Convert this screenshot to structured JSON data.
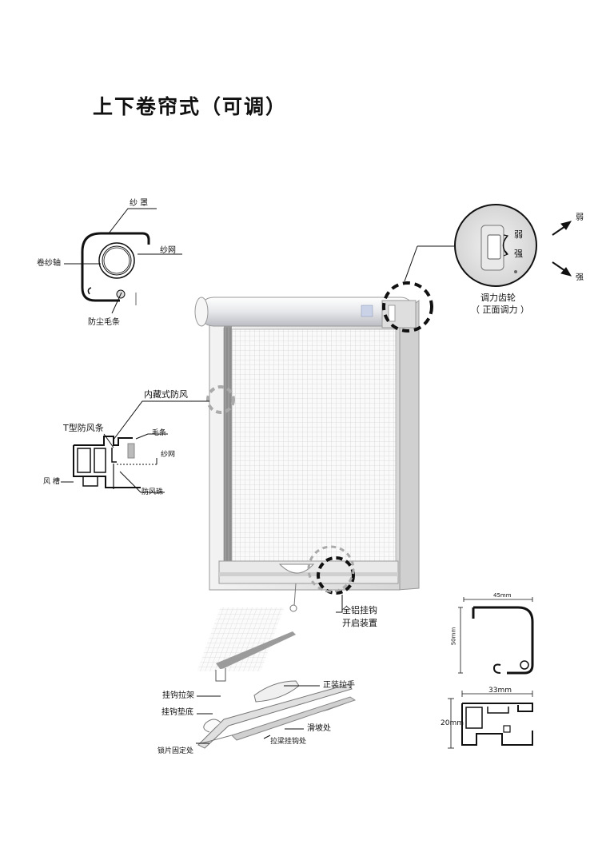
{
  "title": "上下卷帘式（可调）",
  "cross_section": {
    "cover": "纱 罩",
    "mesh": "纱网",
    "axis": "卷纱轴",
    "dust_strip": "防尘毛条"
  },
  "adjust": {
    "weak": "弱",
    "strong": "强",
    "gear": "调力齿轮",
    "gear_note": "（ 正面调力 ）"
  },
  "windproof": {
    "hidden": "内藏式防风",
    "t_strip": "T型防风条",
    "brush": "毛条",
    "mesh": "纱网",
    "groove": "风 槽",
    "bead": "防风珠"
  },
  "hook": {
    "name": "全铝挂钩",
    "name2": "开启装置",
    "bracket": "挂钩拉架",
    "pad": "挂钩垫底",
    "lock": "锁片固定处",
    "handle": "正装拉手",
    "slope": "滑坡处",
    "beam": "拉梁挂钩处"
  },
  "profiles": {
    "top_width": "45mm",
    "top_height": "50mm",
    "bottom_width": "33mm",
    "bottom_height": "20mm"
  }
}
